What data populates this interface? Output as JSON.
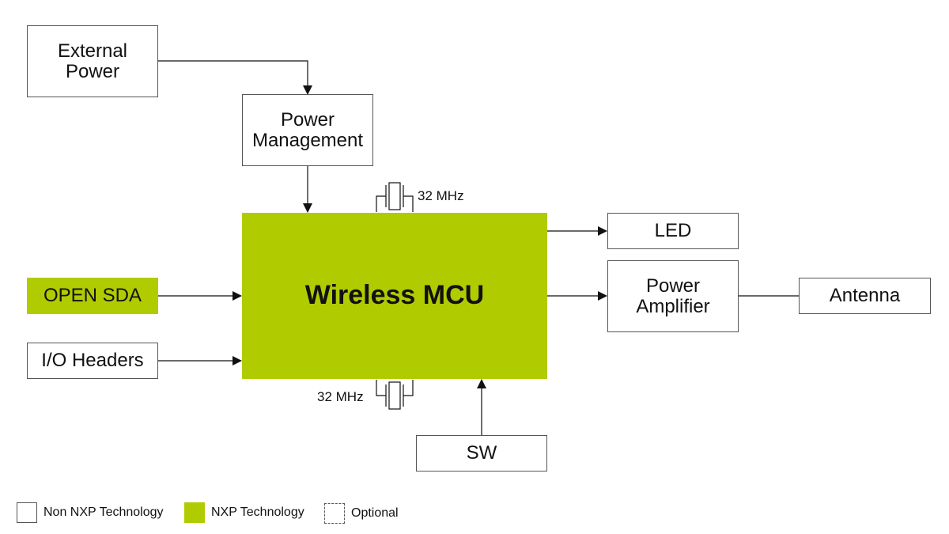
{
  "blocks": {
    "external_power": "External\nPower",
    "power_management": "Power\nManagement",
    "wireless_mcu": "Wireless MCU",
    "open_sda": "OPEN SDA",
    "io_headers": "I/O Headers",
    "led": "LED",
    "power_amplifier": "Power\nAmplifier",
    "antenna": "Antenna",
    "sw": "SW"
  },
  "crystals": {
    "top": "32 MHz",
    "bottom": "32 MHz"
  },
  "legend": {
    "non_nxp": "Non NXP Technology",
    "nxp": "NXP Technology",
    "optional": "Optional"
  },
  "colors": {
    "nxp_green": "#b0cb00",
    "line": "#111111",
    "border": "#555555"
  }
}
